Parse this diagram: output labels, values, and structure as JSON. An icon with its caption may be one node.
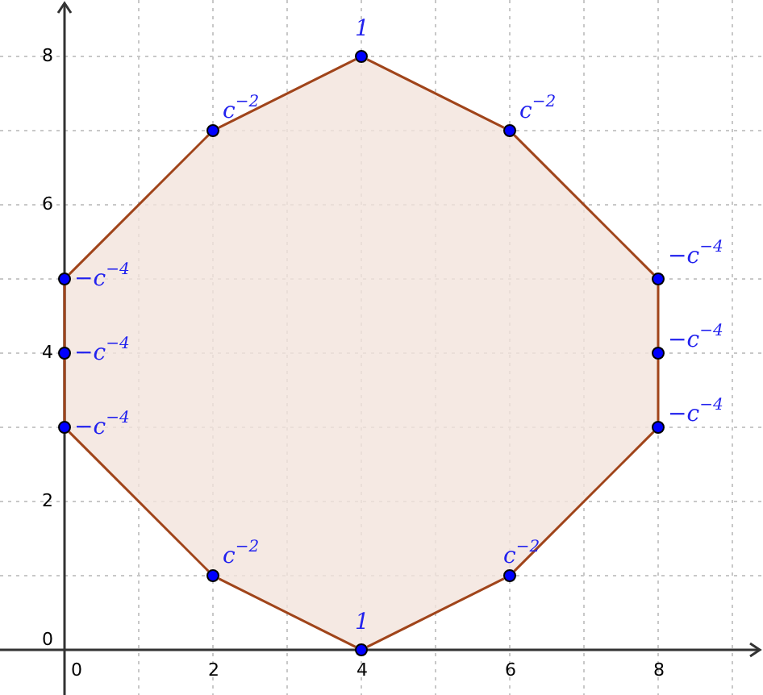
{
  "diagram": {
    "nodes": [
      {
        "text": [],
        "shape": "circle",
        "beside": [
          "1"
        ]
      },
      {
        "text": [],
        "shape": "circle",
        "beside": [
          "c$^{−2}$"
        ]
      },
      {
        "text": [],
        "shape": "circle",
        "beside": [
          "c$^{−2}$"
        ]
      },
      {
        "text": [],
        "shape": "circle",
        "beside": [
          "−c$^{−4}$"
        ]
      },
      {
        "text": [],
        "shape": "circle",
        "beside": [
          "−c$^{−4}$"
        ]
      },
      {
        "text": [],
        "shape": "circle",
        "beside": [
          "−c$^{−4}$"
        ]
      },
      {
        "text": [],
        "shape": "circle",
        "beside": [
          "−c$^{−4}$"
        ]
      },
      {
        "text": [],
        "shape": "circle",
        "beside": [
          "−c$^{−4}$"
        ]
      },
      {
        "text": [],
        "shape": "circle",
        "beside": [
          "−c$^{−4}$"
        ]
      },
      {
        "text": [],
        "shape": "circle",
        "beside": [
          "c$^{−2}$"
        ]
      },
      {
        "text": [],
        "shape": "circle",
        "beside": [
          "c$^{−2}$"
        ]
      },
      {
        "text": [],
        "shape": "circle",
        "beside": [
          "1"
        ]
      }
    ],
    "edges": [
      {
        "from": 0,
        "to": 2,
        "arrow": "none"
      },
      {
        "from": 2,
        "to": 4,
        "arrow": "none"
      },
      {
        "from": 4,
        "to": 6,
        "arrow": "none"
      },
      {
        "from": 6,
        "to": 8,
        "arrow": "none"
      },
      {
        "from": 8,
        "to": 10,
        "arrow": "none"
      },
      {
        "from": 10,
        "to": 11,
        "arrow": "none"
      },
      {
        "from": 11,
        "to": 9,
        "arrow": "none"
      },
      {
        "from": 9,
        "to": 7,
        "arrow": "none"
      },
      {
        "from": 7,
        "to": 5,
        "arrow": "none"
      },
      {
        "from": 5,
        "to": 3,
        "arrow": "none"
      },
      {
        "from": 3,
        "to": 1,
        "arrow": "none"
      },
      {
        "from": 1,
        "to": 0,
        "arrow": "none"
      }
    ],
    "labels": [
      "8",
      "6",
      "4",
      "2",
      "0",
      "0",
      "2",
      "4",
      "6",
      "8"
    ]
  }
}
